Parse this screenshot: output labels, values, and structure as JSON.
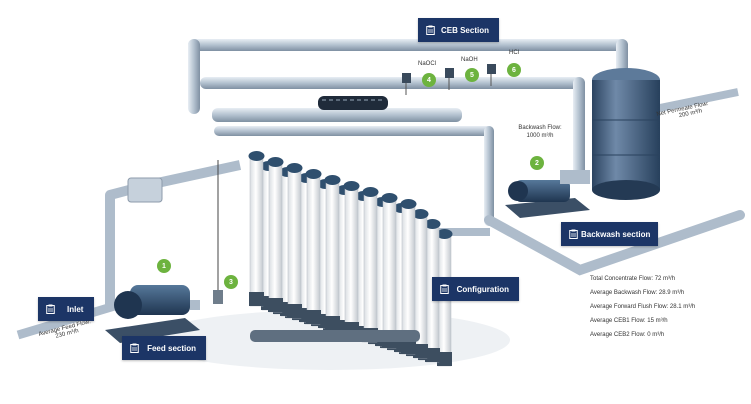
{
  "sections": {
    "ceb": "CEB Section",
    "backwash": "Backwash section",
    "configuration": "Configuration",
    "inlet": "Inlet",
    "feed": "Feed section"
  },
  "chemicals": {
    "naocl": "NaOCl",
    "naoh": "NaOH",
    "hcl": "HCl"
  },
  "badges": {
    "b1": "1",
    "b2": "2",
    "b3": "3",
    "b4": "4",
    "b5": "5",
    "b6": "6"
  },
  "notes": {
    "backwash_flow_line1": "Backwash Flow:",
    "backwash_flow_line2": "1000 m³/h",
    "net_permeate_line1": "Net Permeate Flow:",
    "net_permeate_line2": "200 m³/h",
    "avg_feed_line1": "Average Feed Flow:",
    "avg_feed_line2": "230 m³/h"
  },
  "stats": [
    "Total Concentrate Flow: 72 m³/h",
    "Average Backwash Flow: 28.9 m³/h",
    "Average Forward Flush Flow: 28.1 m³/h",
    "Average CEB1 Flow: 15 m³/h",
    "Average CEB2 Flow: 0 m³/h"
  ],
  "colors": {
    "label_bg": "#1c3566",
    "badge_green": "#6db33f",
    "pipe": "#b9c6d3",
    "tank": "#3f5a7a",
    "pump": "#2b4a6b"
  },
  "icons": {
    "section_label": "clipboard-icon"
  }
}
